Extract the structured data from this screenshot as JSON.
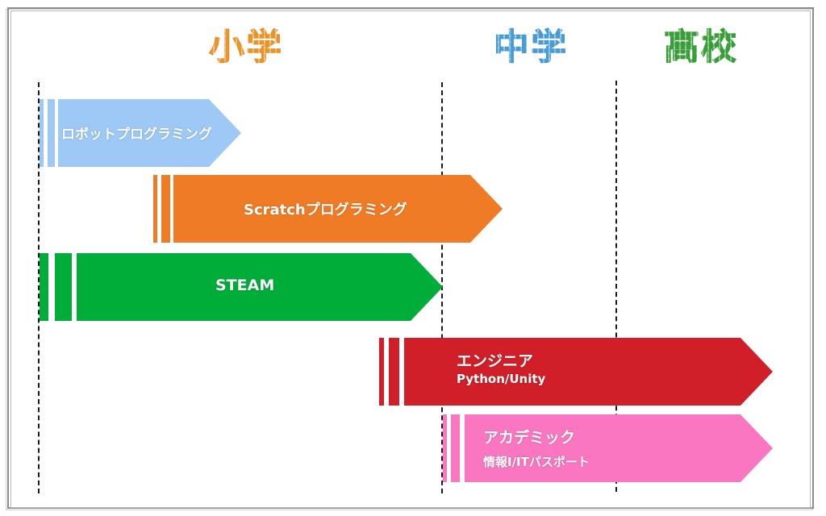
{
  "stages": {
    "elementary": "小学",
    "middle": "中学",
    "high": "高校"
  },
  "colors": {
    "elementary_label": "#f39a2b",
    "middle_label": "#4aa3df",
    "high_label": "#3aa63a",
    "robot": "#9ec9f7",
    "scratch": "#f07b25",
    "steam": "#00ad39",
    "engineer": "#d01f28",
    "academic": "#fb76c1"
  },
  "courses": {
    "robot": {
      "title": "ロボットプログラミング"
    },
    "scratch": {
      "title": "Scratchプログラミング"
    },
    "steam": {
      "title": "STEAM"
    },
    "engineer": {
      "title": "エンジニア",
      "subtitle": "Python/Unity"
    },
    "academic": {
      "title": "アカデミック",
      "subtitle": "情報Ⅰ/ITパスポート"
    }
  }
}
